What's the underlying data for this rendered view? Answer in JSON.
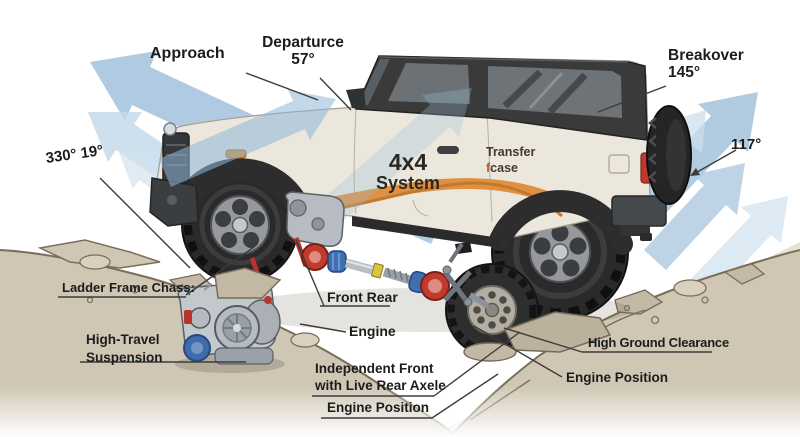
{
  "title": "4x4 off-road capability diagram",
  "colors": {
    "arrow_blue": "#a9c6de",
    "accent_orange": "#e0903e",
    "body_cream": "#ebe7dd",
    "hardtop_dark": "#3a3a3a",
    "terrain_tan": "#cfc6b3",
    "label_dark": "#1c1c1c",
    "part_red": "#c03a2e",
    "part_blue": "#3f6cab",
    "part_yellow": "#d9c53b"
  },
  "angles": {
    "approach": {
      "label": "Approach"
    },
    "departure": {
      "label": "Departurce",
      "value": "57°"
    },
    "breakover": {
      "label": "Breakover",
      "value": "145°"
    },
    "ramp": {
      "value": "117°"
    },
    "left_slope": {
      "value": "330° 19°"
    }
  },
  "vehicle": {
    "badge_line1": "4x4",
    "badge_line2": "System",
    "transfer_case_line1": "Transfer",
    "transfer_case_f": "f",
    "transfer_case_rest": "case"
  },
  "callouts": {
    "ladder_frame": "Ladder Frame Chass:",
    "suspension_line1": "High-Travel",
    "suspension_line2": "Suspension",
    "front_rear": "Front Rear",
    "engine": "Engine",
    "independent_line1": "Independent Front",
    "independent_line2": "with Live Rear Axele",
    "engine_position_center": "Engine Position",
    "high_ground_clearance": "High Ground Clearance",
    "engine_position_right": "Engine Position"
  }
}
